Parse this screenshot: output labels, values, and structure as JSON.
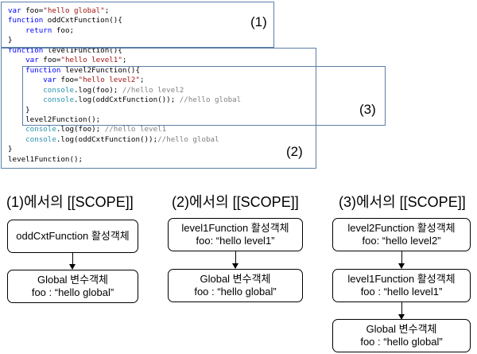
{
  "code": {
    "lines": [
      [
        {
          "t": "var ",
          "c": "kw"
        },
        {
          "t": "foo=",
          "c": "tx"
        },
        {
          "t": "\"hello global\"",
          "c": "str"
        },
        {
          "t": ";",
          "c": "tx"
        }
      ],
      [
        {
          "t": "function ",
          "c": "kw"
        },
        {
          "t": "oddCxtFunction(){",
          "c": "tx"
        }
      ],
      [
        {
          "t": "    ",
          "c": "tx"
        },
        {
          "t": "return ",
          "c": "kw"
        },
        {
          "t": "foo;",
          "c": "tx"
        }
      ],
      [
        {
          "t": "}",
          "c": "tx"
        }
      ],
      [
        {
          "t": "function ",
          "c": "kw"
        },
        {
          "t": "level1Function(){",
          "c": "tx"
        }
      ],
      [
        {
          "t": "    ",
          "c": "tx"
        },
        {
          "t": "var ",
          "c": "kw"
        },
        {
          "t": "foo=",
          "c": "tx"
        },
        {
          "t": "\"hello level1\"",
          "c": "str"
        },
        {
          "t": ";",
          "c": "tx"
        }
      ],
      [
        {
          "t": "    ",
          "c": "tx"
        },
        {
          "t": "function ",
          "c": "kw"
        },
        {
          "t": "level2Function(){",
          "c": "tx"
        }
      ],
      [
        {
          "t": "        ",
          "c": "tx"
        },
        {
          "t": "var ",
          "c": "kw"
        },
        {
          "t": "foo=",
          "c": "tx"
        },
        {
          "t": "\"hello level2\"",
          "c": "str"
        },
        {
          "t": ";",
          "c": "tx"
        }
      ],
      [
        {
          "t": "        ",
          "c": "tx"
        },
        {
          "t": "console",
          "c": "mt"
        },
        {
          "t": ".log(foo); ",
          "c": "tx"
        },
        {
          "t": "//hello level2",
          "c": "cm"
        }
      ],
      [
        {
          "t": "        ",
          "c": "tx"
        },
        {
          "t": "console",
          "c": "mt"
        },
        {
          "t": ".log(oddCxtFunction()); ",
          "c": "tx"
        },
        {
          "t": "//hello global",
          "c": "cm"
        }
      ],
      [
        {
          "t": "    }",
          "c": "tx"
        }
      ],
      [
        {
          "t": "    level2Function();",
          "c": "tx"
        }
      ],
      [
        {
          "t": "    ",
          "c": "tx"
        },
        {
          "t": "console",
          "c": "mt"
        },
        {
          "t": ".log(foo); ",
          "c": "tx"
        },
        {
          "t": "//hello level1",
          "c": "cm"
        }
      ],
      [
        {
          "t": "    ",
          "c": "tx"
        },
        {
          "t": "console",
          "c": "mt"
        },
        {
          "t": ".log(oddCxtFunction());",
          "c": "tx"
        },
        {
          "t": "//hello global",
          "c": "cm"
        }
      ],
      [
        {
          "t": "}",
          "c": "tx"
        }
      ],
      [
        {
          "t": "level1Function();",
          "c": "tx"
        }
      ]
    ],
    "region_labels": [
      "(1)",
      "(2)",
      "(3)"
    ]
  },
  "scopes": [
    {
      "title": "(1)에서의 [[SCOPE]]",
      "nodes": [
        {
          "lines": [
            "oddCxtFunction 활성객체"
          ]
        },
        {
          "lines": [
            "Global 변수객체",
            "foo : “hello global”"
          ]
        }
      ]
    },
    {
      "title": "(2)에서의 [[SCOPE]]",
      "nodes": [
        {
          "lines": [
            "level1Function 활성객체",
            "foo: “hello level1”"
          ]
        },
        {
          "lines": [
            "Global 변수객체",
            "foo : “hello global”"
          ]
        }
      ]
    },
    {
      "title": "(3)에서의 [[SCOPE]]",
      "nodes": [
        {
          "lines": [
            "level2Function 활성객체",
            "foo: “hello level2”"
          ]
        },
        {
          "lines": [
            "level1Function 활성객체",
            "foo : “hello level1”"
          ]
        },
        {
          "lines": [
            "Global 변수객체",
            "foo : “hello global”"
          ]
        }
      ]
    }
  ]
}
